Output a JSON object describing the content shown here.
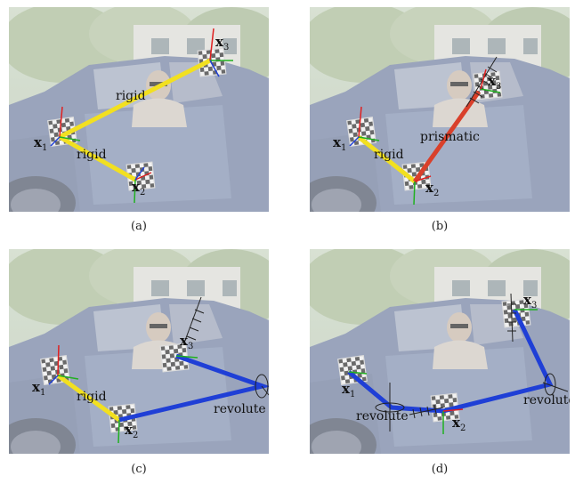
{
  "figure": {
    "panels": [
      {
        "id": "a",
        "caption": "(a)",
        "points": [
          "x1",
          "x2",
          "x3"
        ],
        "point_labels": {
          "x1": "x",
          "x1_sub": "1",
          "x2": "x",
          "x2_sub": "2",
          "x3": "x",
          "x3_sub": "3"
        },
        "links": [
          {
            "label": "rigid"
          },
          {
            "label": "rigid"
          }
        ]
      },
      {
        "id": "b",
        "caption": "(b)",
        "point_labels": {
          "x1": "x",
          "x1_sub": "1",
          "x2": "x",
          "x2_sub": "2",
          "x3": "x",
          "x3_sub": "3"
        },
        "links": [
          {
            "label": "rigid"
          },
          {
            "label": "prismatic"
          }
        ]
      },
      {
        "id": "c",
        "caption": "(c)",
        "point_labels": {
          "x1": "x",
          "x1_sub": "1",
          "x2": "x",
          "x2_sub": "2",
          "x3": "x",
          "x3_sub": "3"
        },
        "links": [
          {
            "label": "rigid"
          },
          {
            "label": "revolute"
          }
        ]
      },
      {
        "id": "d",
        "caption": "(d)",
        "point_labels": {
          "x1": "x",
          "x1_sub": "1",
          "x2": "x",
          "x2_sub": "2",
          "x3": "x",
          "x3_sub": "3"
        },
        "links": [
          {
            "label": "revolute"
          },
          {
            "label": "revolute"
          }
        ]
      }
    ],
    "colors": {
      "rigid": "#f2e020",
      "prismatic": "#d9402b",
      "revolute": "#1f3fd6",
      "axis_x": "#e02020",
      "axis_y": "#20b020",
      "axis_z": "#1f3fd6"
    }
  }
}
